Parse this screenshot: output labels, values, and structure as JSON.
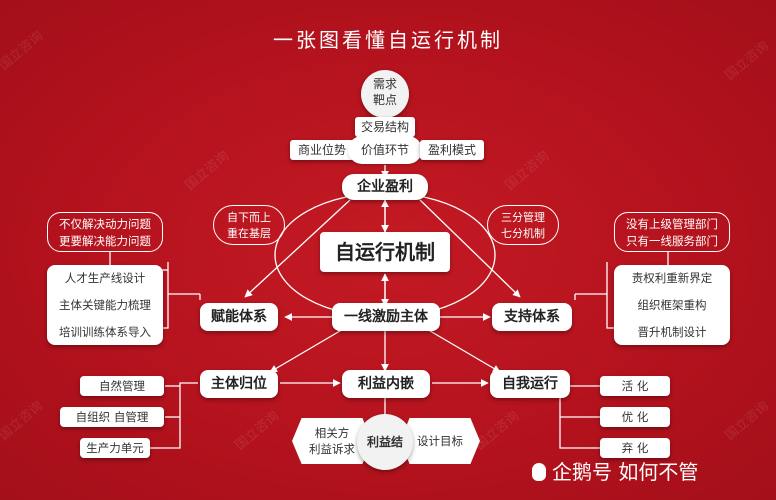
{
  "title": "一张图看懂自运行机制",
  "top_circle": [
    "需求",
    "靶点"
  ],
  "trade_structure": "交易结构",
  "business_position": "商业位势",
  "value_chain": "价值环节",
  "profit_model": "盈利模式",
  "enterprise_profit": "企业盈利",
  "top_down": [
    "自下而上",
    "重在基层"
  ],
  "three_seven": [
    "三分管理",
    "七分机制"
  ],
  "center": "自运行机制",
  "left_top_note": [
    "不仅解决动力问题",
    "更要解决能力问题"
  ],
  "left_list": [
    "人才生产线设计",
    "主体关键能力梳理",
    "培训训练体系导入"
  ],
  "right_top_note": [
    "没有上级管理部门",
    "只有一线服务部门"
  ],
  "right_list": [
    "责权利重新界定",
    "组织框架重构",
    "晋升机制设计"
  ],
  "empower": "赋能体系",
  "frontline": "一线激励主体",
  "support": "支持体系",
  "subject_return": "主体归位",
  "interest_embed": "利益内嵌",
  "self_run": "自我运行",
  "bottom_left_items": [
    "自然管理",
    "自组织  自管理",
    "生产力单元"
  ],
  "bottom_right_items": [
    "活  化",
    "优  化",
    "弃  化"
  ],
  "stakeholder": [
    "相关方",
    "利益诉求"
  ],
  "interest_knot": "利益结",
  "design_target": "设计目标",
  "brand": "企鹅号 如何不管",
  "watermark": "国立咨询"
}
